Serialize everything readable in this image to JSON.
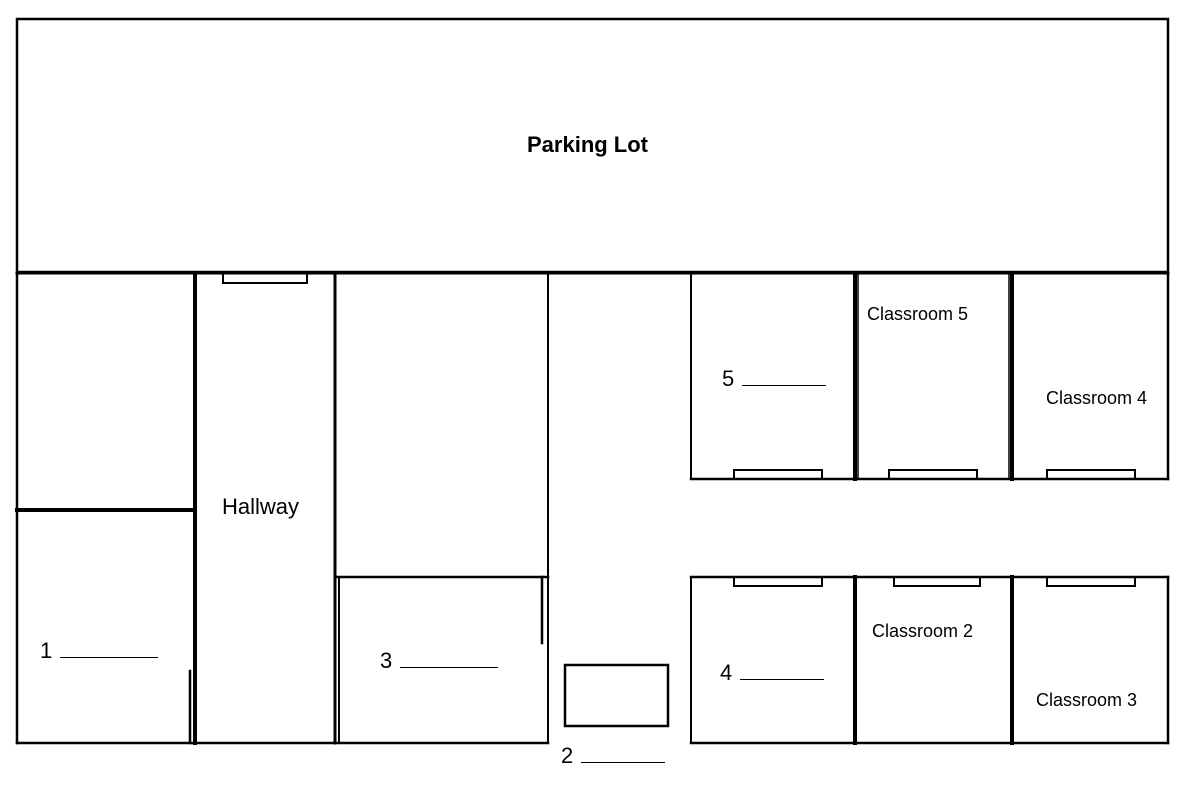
{
  "map": {
    "parking_lot": "Parking Lot",
    "hallway": "Hallway",
    "classrooms": {
      "c2": "Classroom 2",
      "c3": "Classroom 3",
      "c4": "Classroom 4",
      "c5": "Classroom 5"
    },
    "blanks": {
      "b1": "1",
      "b2": "2",
      "b3": "3",
      "b4": "4",
      "b5": "5"
    }
  },
  "colors": {
    "line": "#000000",
    "background": "#ffffff"
  }
}
